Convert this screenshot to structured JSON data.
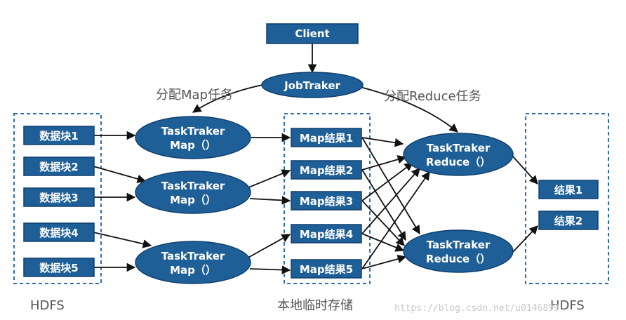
{
  "nodes": {
    "client": "Client",
    "jobtracker": "JobTraker",
    "block1": "数据块1",
    "block2": "数据块2",
    "block3": "数据块3",
    "block4": "数据块4",
    "block5": "数据块5",
    "task_name": "TaskTraker",
    "map_fn": "Map（）",
    "reduce_fn": "Reduce（）",
    "map_result1": "Map结果1",
    "map_result2": "Map结果2",
    "map_result3": "Map结果3",
    "map_result4": "Map结果4",
    "map_result5": "Map结果5",
    "result1": "结果1",
    "result2": "结果2"
  },
  "labels": {
    "assign_map": "分配Map任务",
    "assign_reduce": "分配Reduce任务",
    "hdfs_left": "HDFS",
    "local_storage": "本地临时存储",
    "hdfs_right": "HDFS"
  },
  "watermark": "https://blog.csdn.net/u0146899",
  "colors": {
    "node_fill": "#1f5f97",
    "node_border": "#0f3f6e",
    "group_border": "#2a6fb0",
    "edge": "#111111"
  }
}
